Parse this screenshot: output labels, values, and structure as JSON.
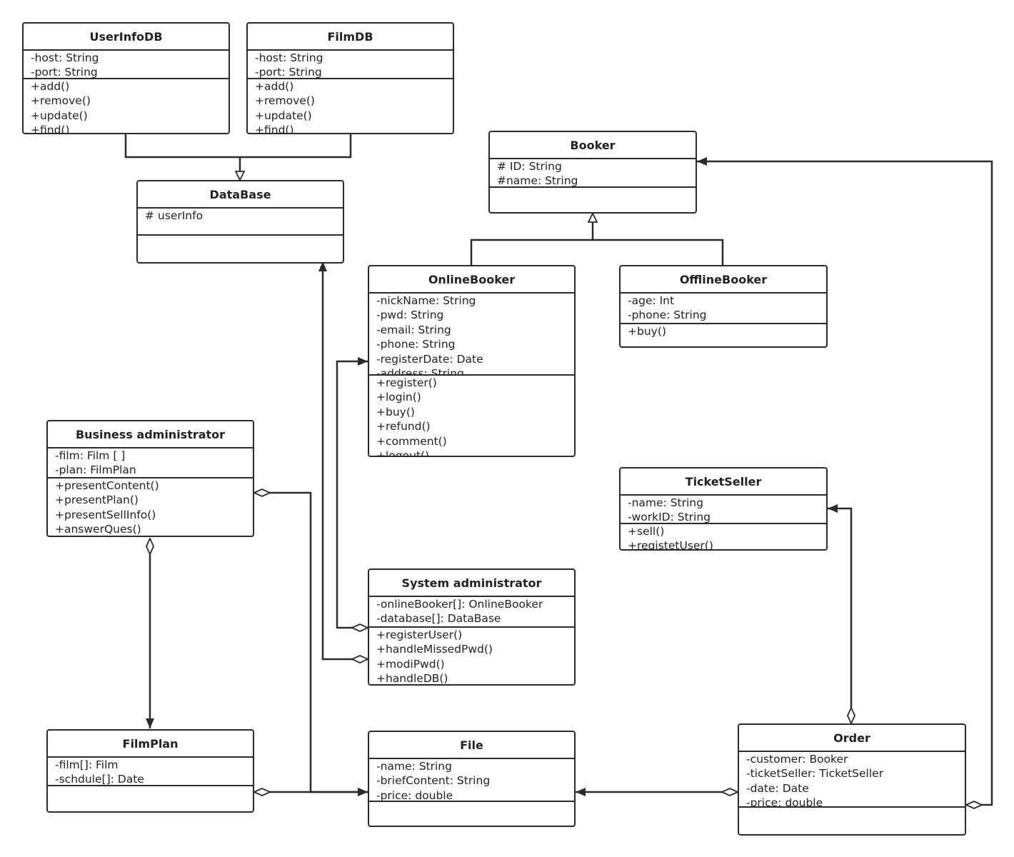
{
  "classes": {
    "userinfodb": {
      "name": "UserInfoDB",
      "attributes": [
        "-host: String",
        "-port: String"
      ],
      "methods": [
        "+add()",
        "+remove()",
        "+update()",
        "+find()"
      ]
    },
    "filmdb": {
      "name": "FilmDB",
      "attributes": [
        "-host: String",
        "-port: String"
      ],
      "methods": [
        "+add()",
        "+remove()",
        "+update()",
        "+find()"
      ]
    },
    "database": {
      "name": "DataBase",
      "attributes": [
        "# userInfo"
      ],
      "methods": []
    },
    "booker": {
      "name": "Booker",
      "attributes": [
        "# ID: String",
        "#name: String"
      ],
      "methods": []
    },
    "onlinebooker": {
      "name": "OnlineBooker",
      "attributes": [
        "-nickName: String",
        "-pwd: String",
        "-email: String",
        "-phone: String",
        "-registerDate: Date",
        "-address: String"
      ],
      "methods": [
        "+register()",
        "+login()",
        "+buy()",
        "+refund()",
        "+comment()",
        "+logout()"
      ]
    },
    "offlinebooker": {
      "name": "OfflineBooker",
      "attributes": [
        "-age: Int",
        "-phone: String"
      ],
      "methods": [
        "+buy()"
      ]
    },
    "businessadmin": {
      "name": "Business administrator",
      "attributes": [
        "-film: Film [ ]",
        "-plan: FilmPlan"
      ],
      "methods": [
        "+presentContent()",
        "+presentPlan()",
        "+presentSellInfo()",
        "+answerQues()"
      ]
    },
    "ticketseller": {
      "name": "TicketSeller",
      "attributes": [
        "-name: String",
        "-workID: String"
      ],
      "methods": [
        "+sell()",
        "+registetUser()"
      ]
    },
    "sysadmin": {
      "name": "System administrator",
      "attributes": [
        "-onlineBooker[]: OnlineBooker",
        "-database[]: DataBase"
      ],
      "methods": [
        "+registerUser()",
        "+handleMissedPwd()",
        "+modiPwd()",
        "+handleDB()"
      ]
    },
    "filmplan": {
      "name": "FilmPlan",
      "attributes": [
        "-film[]: Film",
        "-schdule[]: Date"
      ],
      "methods": []
    },
    "file": {
      "name": "File",
      "attributes": [
        "-name: String",
        "-briefContent: String",
        "-price: double"
      ],
      "methods": []
    },
    "order": {
      "name": "Order",
      "attributes": [
        "-customer: Booker",
        "-ticketSeller: TicketSeller",
        "-date: Date",
        "-price: double"
      ],
      "methods": []
    }
  },
  "relationships": [
    {
      "from": "userinfodb",
      "to": "database",
      "kind": "generalization"
    },
    {
      "from": "filmdb",
      "to": "database",
      "kind": "generalization"
    },
    {
      "from": "onlinebooker",
      "to": "booker",
      "kind": "generalization"
    },
    {
      "from": "offlinebooker",
      "to": "booker",
      "kind": "generalization"
    },
    {
      "from": "sysadmin",
      "to": "onlinebooker",
      "kind": "aggregation"
    },
    {
      "from": "sysadmin",
      "to": "database",
      "kind": "aggregation"
    },
    {
      "from": "businessadmin",
      "to": "filmplan",
      "kind": "aggregation"
    },
    {
      "from": "businessadmin",
      "to": "file",
      "kind": "aggregation"
    },
    {
      "from": "filmplan",
      "to": "file",
      "kind": "aggregation"
    },
    {
      "from": "order",
      "to": "file",
      "kind": "aggregation"
    },
    {
      "from": "order",
      "to": "ticketseller",
      "kind": "aggregation"
    },
    {
      "from": "order",
      "to": "booker",
      "kind": "aggregation"
    }
  ],
  "colors": {
    "line": "#2b2b2b",
    "background": "#ffffff"
  }
}
